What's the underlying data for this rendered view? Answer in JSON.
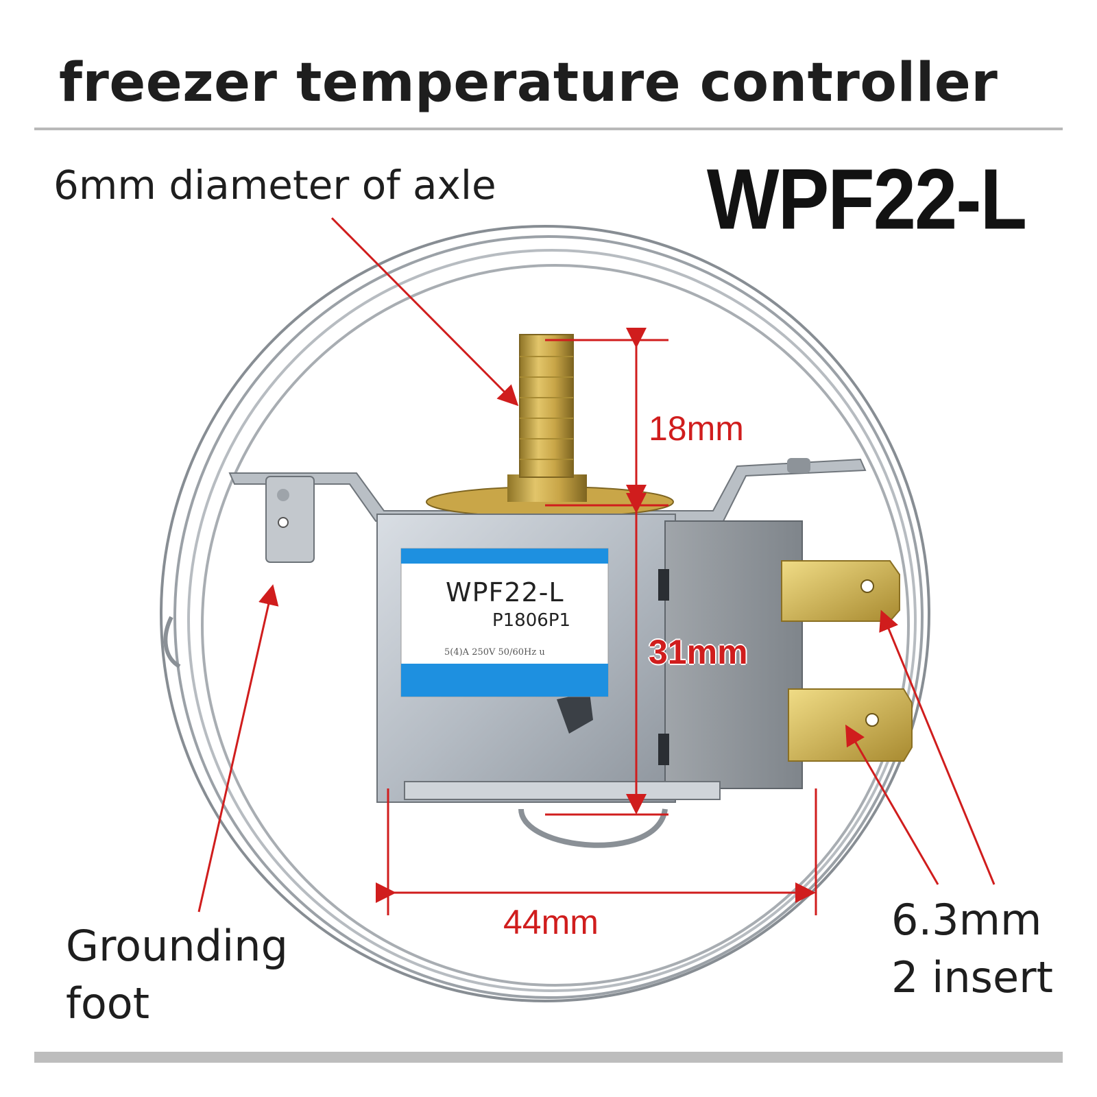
{
  "title": "freezer temperature controller",
  "model": "WPF22-L",
  "callouts": {
    "axle": "6mm diameter of axle",
    "grounding": "Grounding foot",
    "insert": "6.3mm 2 insert"
  },
  "dimensions": {
    "axle_length": "18mm",
    "body_height": "31mm",
    "body_width": "44mm"
  },
  "product_label": {
    "model": "WPF22-L",
    "part_number": "P1806P1",
    "rating": "5(4)A 250V 50/60Hz u"
  },
  "colors": {
    "annotation": "#d01d1d",
    "label_stripe": "#1e90e0",
    "brass": "#c8a445",
    "metal": "#a9afb6",
    "divider": "#b9b9b9"
  }
}
